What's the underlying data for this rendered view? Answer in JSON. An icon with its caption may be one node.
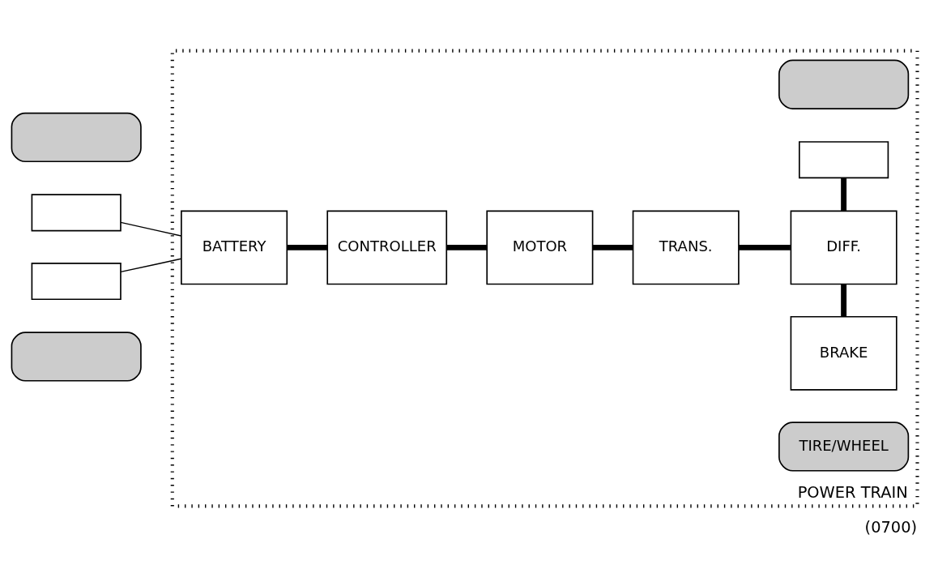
{
  "diagram": {
    "caption": "(0700)",
    "nodes": [
      {
        "text": [
          "POWER TRAIN"
        ]
      },
      {
        "text": [],
        "shape": "wheel"
      },
      {
        "text": [],
        "shape": "box"
      },
      {
        "text": [
          "TIRE/WHEEL"
        ],
        "in": 0
      },
      {
        "text": [
          "BRAKE"
        ],
        "in": 0
      },
      {
        "text": [
          "BATTERY"
        ],
        "in": 0
      },
      {
        "text": [
          "CONTROLLER"
        ],
        "in": 0
      },
      {
        "text": [
          "MOTOR"
        ],
        "in": 0
      },
      {
        "text": [
          "TRANS."
        ],
        "in": 0
      },
      {
        "text": [
          "DIFF."
        ],
        "in": 0
      },
      {
        "text": [],
        "shape": "box"
      },
      {
        "text": [],
        "shape": "wheel"
      },
      {
        "text": [],
        "shape": "box",
        "in": 0
      },
      {
        "text": [],
        "shape": "wheel",
        "in": 0
      }
    ],
    "edges": [
      {
        "from": 2,
        "to": 5,
        "arrow": "none"
      },
      {
        "from": 10,
        "to": 5,
        "arrow": "none"
      },
      {
        "from": 5,
        "to": 6,
        "arrow": "none"
      },
      {
        "from": 6,
        "to": 7,
        "arrow": "none"
      },
      {
        "from": 7,
        "to": 8,
        "arrow": "none"
      },
      {
        "from": 8,
        "to": 9,
        "arrow": "none"
      },
      {
        "from": 4,
        "to": 9,
        "arrow": "none"
      },
      {
        "from": 9,
        "to": 12,
        "arrow": "none"
      }
    ]
  }
}
